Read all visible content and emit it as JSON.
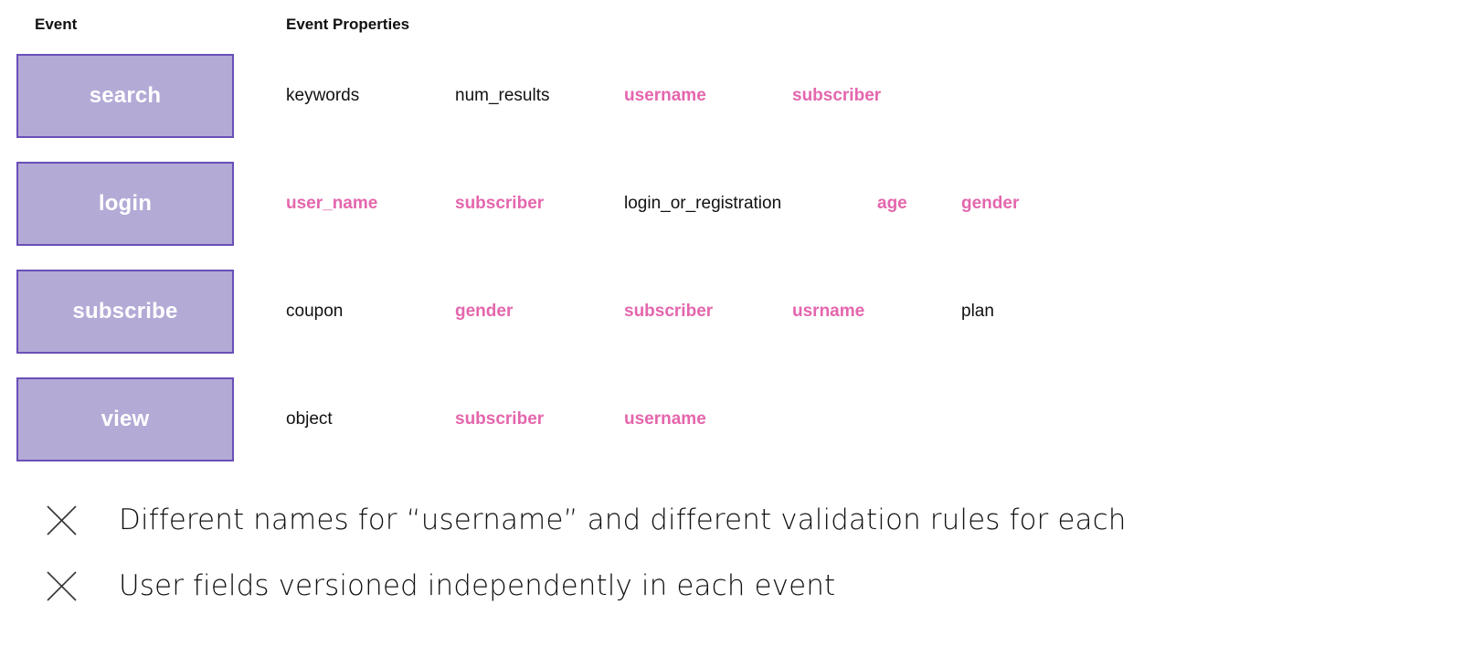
{
  "headers": {
    "event": "Event",
    "properties": "Event Properties"
  },
  "colors": {
    "event_fill": "#b3aad6",
    "event_border": "#6a4fb8",
    "highlight": "#e466ad",
    "text": "#111111"
  },
  "events": [
    {
      "name": "search",
      "properties": [
        {
          "text": "keywords",
          "highlight": false
        },
        {
          "text": "num_results",
          "highlight": false
        },
        {
          "text": "username",
          "highlight": true
        },
        {
          "text": "subscriber",
          "highlight": true
        }
      ]
    },
    {
      "name": "login",
      "properties": [
        {
          "text": "user_name",
          "highlight": true
        },
        {
          "text": "subscriber",
          "highlight": true
        },
        {
          "text": "login_or_registration",
          "highlight": false
        },
        {
          "text": "age",
          "highlight": true
        },
        {
          "text": "gender",
          "highlight": true
        }
      ]
    },
    {
      "name": "subscribe",
      "properties": [
        {
          "text": "coupon",
          "highlight": false
        },
        {
          "text": "gender",
          "highlight": true
        },
        {
          "text": "subscriber",
          "highlight": true
        },
        {
          "text": "usrname",
          "highlight": true
        },
        {
          "text": "plan",
          "highlight": false
        }
      ]
    },
    {
      "name": "view",
      "properties": [
        {
          "text": "object",
          "highlight": false
        },
        {
          "text": "subscriber",
          "highlight": true
        },
        {
          "text": "username",
          "highlight": true
        }
      ]
    }
  ],
  "notes": [
    {
      "icon": "x-mark-icon",
      "text": "Different names for “username” and different validation rules for each"
    },
    {
      "icon": "x-mark-icon",
      "text": "User fields versioned independently in each event"
    }
  ]
}
